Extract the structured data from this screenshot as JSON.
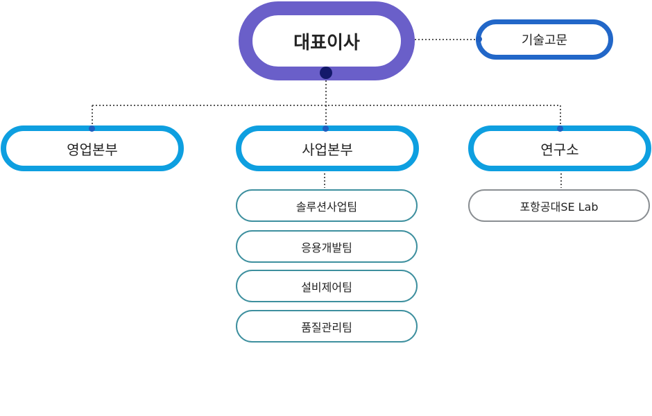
{
  "ceo": "대표이사",
  "advisor": "기술고문",
  "divisions": {
    "sales": "영업본부",
    "business": "사업본부",
    "research": "연구소"
  },
  "business_teams": [
    "솔루션사업팀",
    "응용개발팀",
    "설비제어팀",
    "품질관리팀"
  ],
  "research_units": [
    "포항공대SE Lab"
  ],
  "colors": {
    "ceo_border": "#6a5fc9",
    "advisor_border": "#2267c8",
    "division_border": "#0e9fe0",
    "team_border": "#3d8f9e",
    "lab_border": "#8a8e92",
    "connector": "#555555",
    "ceo_dot": "#13196a",
    "junction_dot": "#1f5fc0"
  }
}
